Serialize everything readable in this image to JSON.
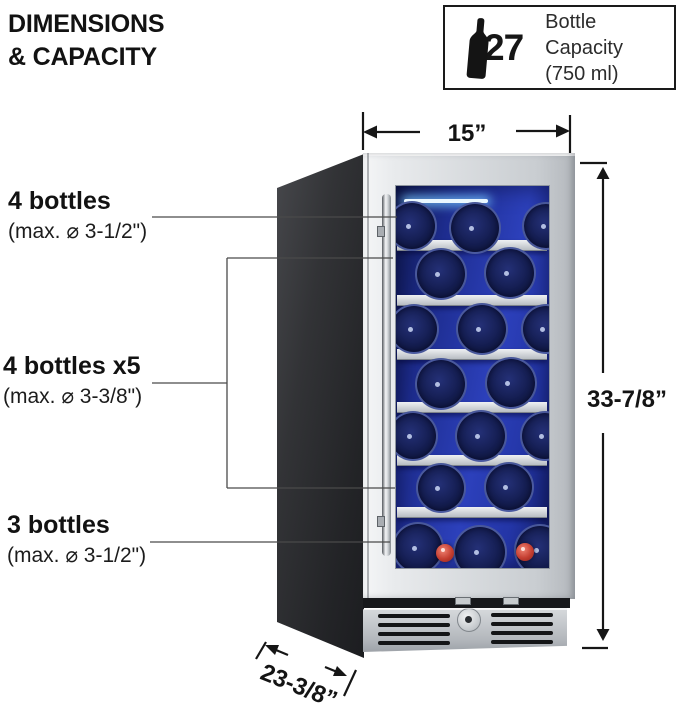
{
  "header": {
    "title_line1": "DIMENSIONS",
    "title_line2": "& CAPACITY"
  },
  "capacity_badge": {
    "count": "27",
    "label_line1": "Bottle Capacity",
    "label_line2": "(750 ml)",
    "icon": "wine-bottle-icon"
  },
  "capacity_labels": [
    {
      "title": "4 bottles",
      "detail": "(max. ⌀ 3-1/2\")"
    },
    {
      "title": "4 bottles x5",
      "detail": "(max. ⌀ 3-3/8\")"
    },
    {
      "title": "3 bottles",
      "detail": "(max. ⌀ 3-1/2\")"
    }
  ],
  "dimensions": {
    "width": "15”",
    "height": "33-7/8”",
    "depth": "23-3/8”"
  },
  "colors": {
    "interior_blue": "#2336ae",
    "stainless_steel": "#d5d8dc",
    "cabinet_dark": "#2a2a2c",
    "annotation_text": "#141414"
  }
}
